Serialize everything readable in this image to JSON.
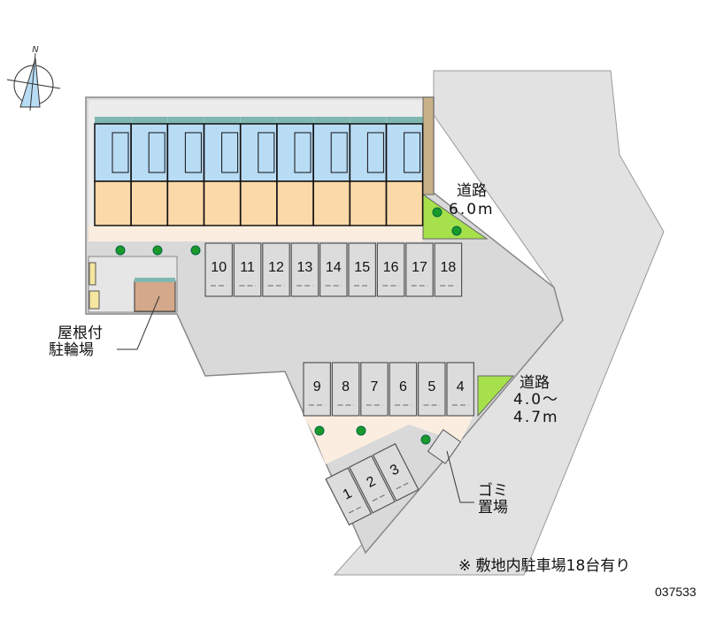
{
  "compass": {
    "north_label": "N"
  },
  "road_north": {
    "name": "道路",
    "width": "6.0m"
  },
  "road_east": {
    "name": "道路",
    "width_line1": "4.0～",
    "width_line2": "4.7m"
  },
  "bike_shelter": {
    "line1": "屋根付",
    "line2": "駐輪場"
  },
  "garbage": {
    "line1": "ゴミ",
    "line2": "置場"
  },
  "note": "※ 敷地内駐車場18台有り",
  "property_id": "037533",
  "parking_row_top": [
    "10",
    "11",
    "12",
    "13",
    "14",
    "15",
    "16",
    "17",
    "18"
  ],
  "parking_row_middle": [
    "9",
    "8",
    "7",
    "6",
    "5",
    "4"
  ],
  "parking_row_bottom": [
    "1",
    "2",
    "3"
  ],
  "colors": {
    "road": "#e2e2e2",
    "lot": "#d9d9d9",
    "paving": "#fbeee0",
    "green": "#a6e04a",
    "unit_upper": "#b9dcf5",
    "unit_lower": "#fcd9a8",
    "roof": "#7fb8b0"
  }
}
